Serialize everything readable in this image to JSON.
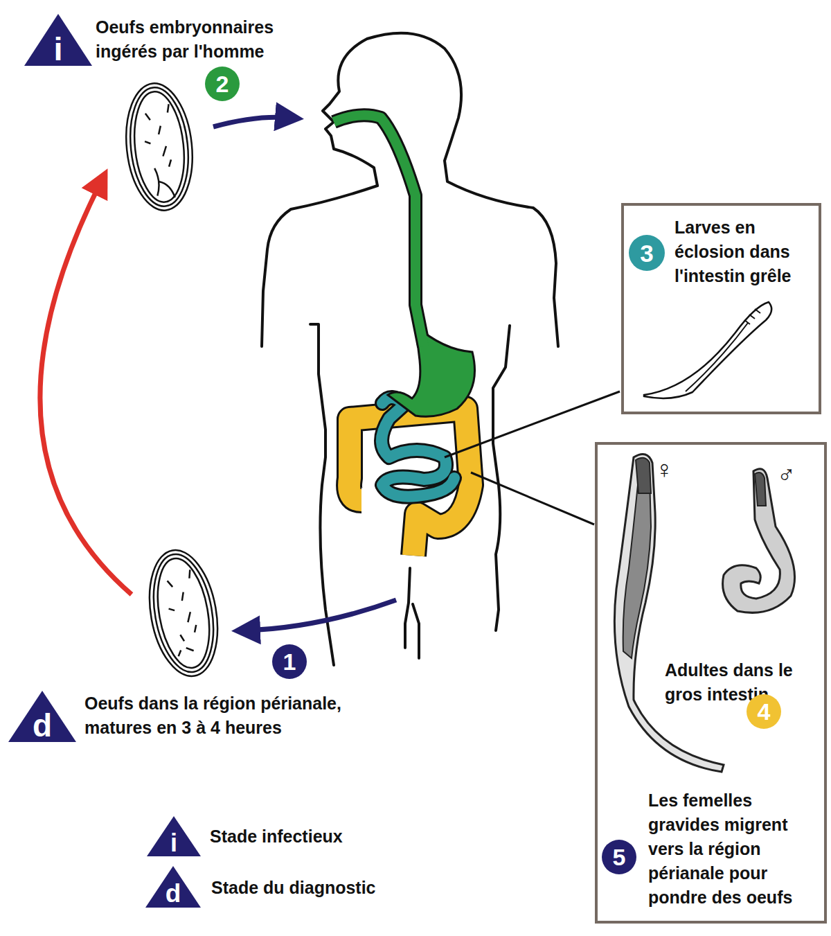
{
  "diagram": {
    "nodes": [
      {
        "text": [
          "Larves en éclosion dans l'intestin grêle"
        ]
      },
      {
        "text": [
          "Adultes dans le gros intestin",
          "Les femelles gravides migrent vers la région périanale pour pondre des oeufs"
        ]
      }
    ],
    "labels": [
      "Oeufs embryonnaires ingérés par l'homme",
      "i",
      "2",
      "1",
      "d",
      "Oeufs dans la région périanale, matures en 3 à 4 heures",
      "3",
      "♀",
      "♂",
      "4",
      "5",
      "i",
      "d"
    ],
    "legend": [
      {
        "text": "Stade infectieux"
      },
      {
        "text": "Stade du diagnostic"
      }
    ]
  }
}
